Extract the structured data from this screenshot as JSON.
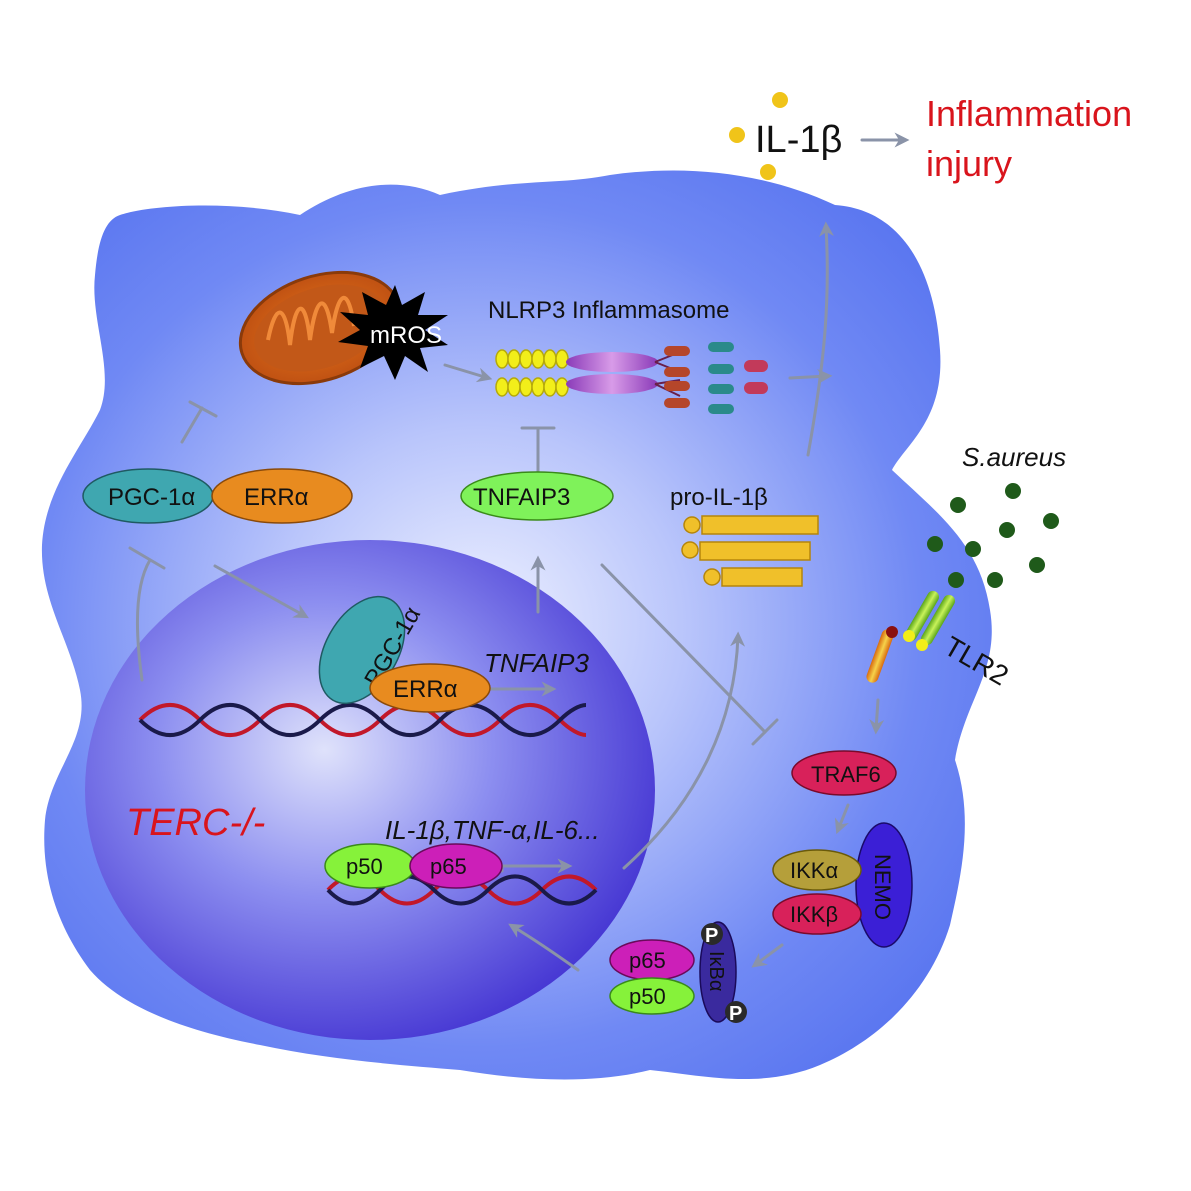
{
  "colors": {
    "cell": "#5b78f2",
    "cell_light": "#eef1ff",
    "nucleus": "#4636d4",
    "arrow": "#8892a8",
    "red": "#d9141c",
    "pgc": "#3fa7b0",
    "err": "#e88b1f",
    "tnfaip3": "#7ff25a",
    "p50": "#86f23a",
    "p65": "#cc1fb8",
    "traf6": "#d8215a",
    "ikka": "#b59f3a",
    "ikkb": "#d8215a",
    "nemo": "#3b1fd6",
    "ikba": "#3a2a9e",
    "il1b_dot": "#f0c419",
    "bacteria": "#1f5a1a"
  },
  "labels": {
    "il1b": "IL-1β",
    "inflammation_line1": "Inflammation",
    "inflammation_line2": "injury",
    "nlrp3": "NLRP3 Inflammasome",
    "mros": "mROS",
    "pgc1a_cyto": "PGC-1α",
    "erra_cyto": "ERRα",
    "tnfaip3_protein": "TNFAIP3",
    "pro_il1b": "pro-IL-1β",
    "s_aureus": "S.aureus",
    "tlr2": "TLR2",
    "pgc1a_nuc": "PGC-1α",
    "erra_nuc": "ERRα",
    "tnfaip3_gene": "TNFAIP3",
    "terc": "TERC-/-",
    "cytokine_genes": "IL-1β,TNF-α,IL-6...",
    "p50_nuc": "p50",
    "p65_nuc": "p65",
    "traf6": "TRAF6",
    "ikka": "IKKα",
    "ikkb": "IKKβ",
    "nemo": "NEMO",
    "p65_cyto": "p65",
    "p50_cyto": "p50",
    "ikba": "IκBα",
    "phospho_1": "P",
    "phospho_2": "P"
  }
}
